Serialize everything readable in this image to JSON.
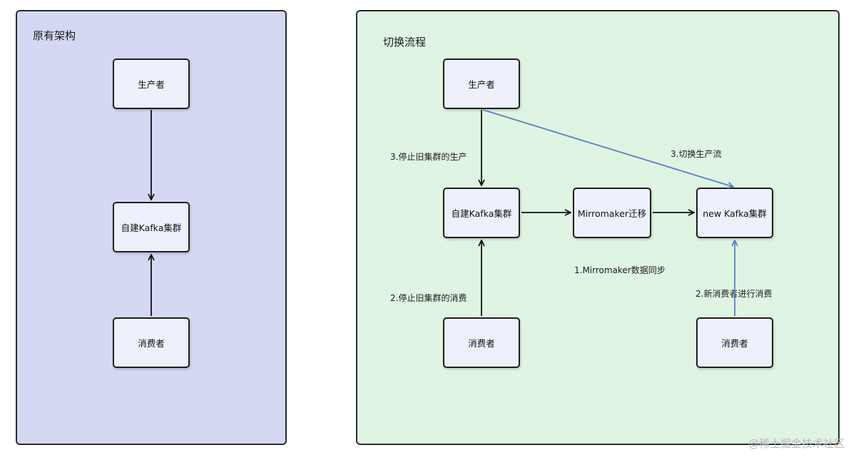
{
  "left_panel": {
    "title": "原有架构",
    "producer": "生产者",
    "cluster": "自建Kafka集群",
    "consumer": "消费者"
  },
  "right_panel": {
    "title": "切换流程",
    "producer": "生产者",
    "old_cluster": "自建Kafka集群",
    "mirror": "Mirromaker迁移",
    "new_cluster": "new Kafka集群",
    "old_consumer": "消费者",
    "new_consumer": "消费者",
    "step_stop_produce": "3.停止旧集群的生产",
    "step_switch_produce": "3.切换生产流",
    "step_mirror_sync": "1.Mirromaker数据同步",
    "step_stop_consume": "2.停止旧集群的消费",
    "step_new_consume": "2.新消费者进行消费"
  },
  "colors": {
    "left_bg": "#d4d8f3",
    "right_bg": "#dff4e2",
    "box_bg": "#eef0fc",
    "arrow_black": "#111111",
    "arrow_blue": "#5b7fc4"
  },
  "watermark": "@稀土掘金技术社区"
}
